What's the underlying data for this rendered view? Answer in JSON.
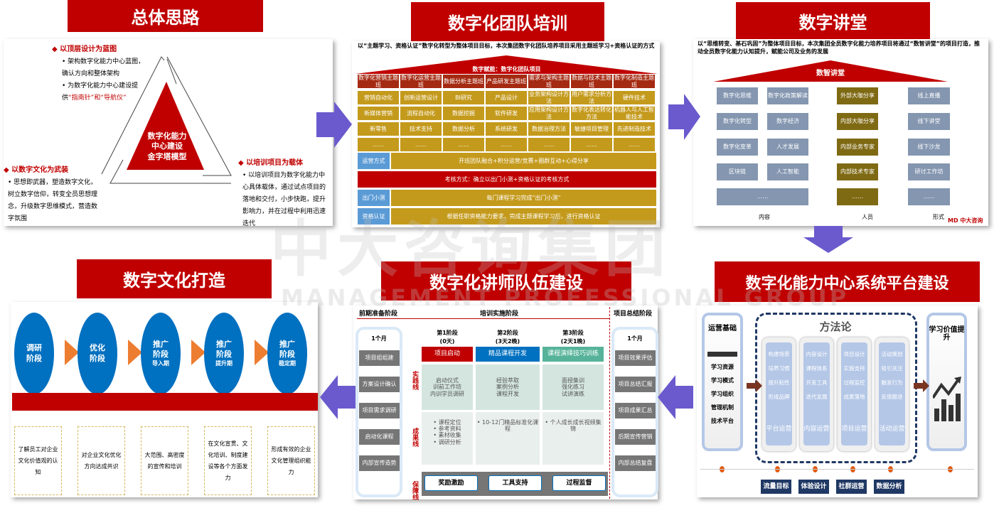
{
  "colors": {
    "red": "#c00000",
    "gold": "#c49a1c",
    "blue_gray": "#8496b0",
    "olive": "#7f6a14",
    "blue": "#0070c0",
    "orange": "#ed7d31",
    "purple": "#6a5acd",
    "navy": "#1f3864"
  },
  "watermark": {
    "cn": "中大咨询集团",
    "en": "MANAGEMENT PROFESSIONAL GROUP",
    "logo": "MD 中大咨询"
  },
  "p1": {
    "title": "总体思路",
    "center": [
      "数字化能力",
      "中心建设",
      "金字塔模型"
    ],
    "top": {
      "head": "以顶层设计为蓝图",
      "b1": "架构数字化能力中心蓝图，确认方向和整体架构",
      "b2a": "为数字化能力中心建设提供",
      "b2b": "“指南针”和“导航仪”"
    },
    "left": {
      "head": "以数字文化为武装",
      "b1": "思想即武器，塑造数字文化，树立数字信仰，转变全员思想理念，升级数字思维模式，营造数字氛围"
    },
    "right": {
      "head": "以培训项目为载体",
      "b1": "以培训项目为数字化能力中心具体载体，通过试点项目的落地和交付，小步快跑，提升影响力，并在过程中利用迅速迭代"
    }
  },
  "p2": {
    "title": "数字化团队培训",
    "desc": "以“主题学习、资格认证”数字化转型为整体项目目标，本次集团数字化团队培养项目采用主题班学习+资格认证的方式",
    "roof": "数字赋能：数字化团队项目",
    "cols": [
      {
        "head": "数字化营销主题班",
        "items": [
          "营销自动化",
          "新媒体营销",
          "新零售",
          "……"
        ]
      },
      {
        "head": "数字化运营主题班",
        "items": [
          "创新运营设计",
          "流程自动化",
          "技术支持",
          "……"
        ]
      },
      {
        "head": "数据分析主题班",
        "items": [
          "BI研究",
          "数据挖掘",
          "数据分析",
          "……"
        ]
      },
      {
        "head": "产品研发主题班",
        "items": [
          "产品设计",
          "软件研发",
          "系统研发",
          "……"
        ]
      },
      {
        "head": "需求与架构主题班",
        "items": [
          "业务架构设计方法",
          "应用架构设计方法",
          "数据治理方法",
          "……"
        ]
      },
      {
        "head": "数据与技术主题班",
        "items": [
          "用户需求分析方法",
          "数字化表达转化方法",
          "敏捷项目管理",
          "……"
        ]
      },
      {
        "head": "数字化制造主题班",
        "items": [
          "硬件技术",
          "机器人与人工智能技术",
          "先进制造技术",
          "……"
        ]
      }
    ],
    "rows": [
      {
        "label": "运营方式",
        "text": "开班团队融合+积分运营/竞赛+圈群互动+心得分享"
      },
      {
        "text": "考核方式：确立以出门小测+资格认证的考核方式"
      },
      {
        "label": "出门小测",
        "text": "每门课程学习完成“出门小测”"
      },
      {
        "label": "资格认证",
        "text": "根据任职资格能力要求，完成主题课程学习后，进行资格认证"
      }
    ]
  },
  "p3": {
    "title": "数字讲堂",
    "desc": "以“思维转变、基石巩固”为整体项目目标，本次集团全员数字化能力培养项目将通过“数智讲堂”的项目打造，推动全员数字化能力认知提升，赋能公司及业务的发展",
    "roof": "数智讲堂",
    "content": [
      "数字化思维",
      "数字化政策解读",
      "数字化转型",
      "数字经济",
      "数字化变革",
      "人才发展",
      "区块链",
      "人工智能",
      "……"
    ],
    "people": [
      "外部大咖分享",
      "内部大咖分享",
      "内部业务专家",
      "内部技术专家",
      "……"
    ],
    "form": [
      "线上直播",
      "线下讲堂",
      "线下沙龙",
      "研讨工作坊",
      "……"
    ],
    "labels": [
      "内容",
      "人员",
      "形式"
    ]
  },
  "p4": {
    "title": "数字文化打造",
    "stages": [
      [
        "调研",
        "阶段",
        ""
      ],
      [
        "优化",
        "阶段",
        ""
      ],
      [
        "推广",
        "阶段",
        "导入期"
      ],
      [
        "推广",
        "阶段",
        "提升期"
      ],
      [
        "推广",
        "阶段",
        "稳定期"
      ]
    ],
    "notes": [
      "了解员工对企业文化价值观的认知",
      "对企业文化优化方向达成共识",
      "大范围、高密度的宣传和培训",
      "在文化宣贯、文化培训、制度建设等各个方面发力",
      "形成有效的企业文化管理组织能力"
    ]
  },
  "p5": {
    "title": "数字化讲师队伍建设",
    "h_prep": "前期准备阶段",
    "h_impl": "培训实施阶段",
    "h_sum": "项目总结阶段",
    "prep": {
      "dur": "1个月",
      "items": [
        "项目组组建",
        "方案设计确认",
        "项目需求调研",
        "启动化课程",
        "内部宣传造势"
      ]
    },
    "sum": {
      "dur": "1个月",
      "items": [
        "项目效果评估",
        "项目总结汇报",
        "项目成果汇总",
        "后期宣传营销",
        "内部总结复盘"
      ]
    },
    "lines": [
      "实践线",
      "成果线",
      "保障线"
    ],
    "stages": [
      {
        "name": "第1阶段",
        "dur": "(0天)",
        "bar": "项目启动",
        "practice": [
          "启动仪式",
          "训前工作坊",
          "内训学员调研"
        ],
        "results": [
          "课程定位",
          "参考资料",
          "素材收集",
          "调研分析"
        ]
      },
      {
        "name": "第2阶段",
        "dur": "(3天2晚)",
        "bar": "精品课程开发",
        "practice": [
          "经验萃取",
          "案例分析",
          "课程开发"
        ],
        "results": [
          "10-12门精品标准化课程"
        ]
      },
      {
        "name": "第3阶段",
        "dur": "(2天1晚)",
        "bar": "课程演绎技巧训练",
        "practice": [
          "面授集训",
          "强化练习",
          "试讲演练"
        ],
        "results": [
          "个人成长成长视频集锦"
        ]
      }
    ],
    "guarantee": [
      "奖励激励",
      "工具支持",
      "过程监督"
    ]
  },
  "p6": {
    "title": "数字化能力中心系统平台建设",
    "base_title": "运营基础",
    "base_items": [
      "学习资源",
      "学习模式",
      "学习组织",
      "管理机制",
      "技术平台"
    ],
    "method": "方法论",
    "cards": [
      {
        "items": [
          "构建场景",
          "培养习惯",
          "提升粘性",
          "形成品牌"
        ],
        "name": "平台运营"
      },
      {
        "items": [
          "内容设计",
          "课程体系",
          "开发工具",
          "迭代发展"
        ],
        "name": "内容运营"
      },
      {
        "items": [
          "项目设计",
          "实施支持",
          "过程监控",
          "成果落地"
        ],
        "name": "项目运营"
      },
      {
        "items": [
          "活动策划",
          "吸引关注",
          "触发行为",
          "反馈跟进"
        ],
        "name": "活动运营"
      }
    ],
    "value": "学习价值提升",
    "bottom": [
      "流量目标",
      "体验设计",
      "社群运营",
      "数据分析"
    ]
  }
}
